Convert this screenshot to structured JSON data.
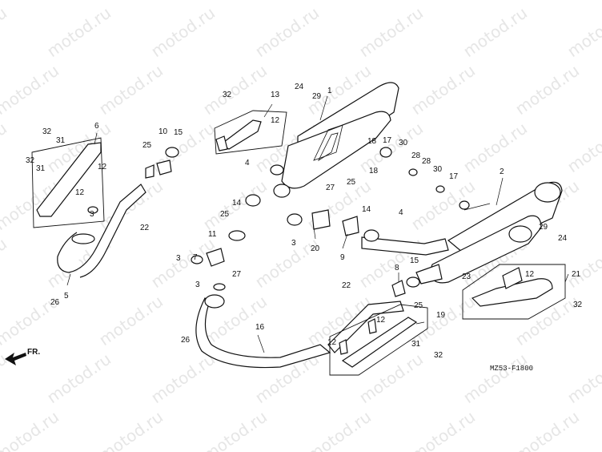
{
  "watermark": "motod.ru",
  "diagram_code": "MZ53-F1800",
  "direction_label": "FR.",
  "callouts": [
    "1",
    "2",
    "3",
    "3",
    "3",
    "3",
    "4",
    "4",
    "5",
    "6",
    "7",
    "8",
    "9",
    "10",
    "11",
    "12",
    "12",
    "12",
    "12",
    "12",
    "12",
    "13",
    "14",
    "14",
    "15",
    "15",
    "16",
    "17",
    "17",
    "18",
    "18",
    "19",
    "20",
    "21",
    "22",
    "22",
    "23",
    "24",
    "24",
    "25",
    "25",
    "25",
    "25",
    "26",
    "26",
    "27",
    "27",
    "28",
    "28",
    "29",
    "29",
    "30",
    "30",
    "31",
    "31",
    "31",
    "32",
    "32",
    "32",
    "32",
    "32"
  ]
}
